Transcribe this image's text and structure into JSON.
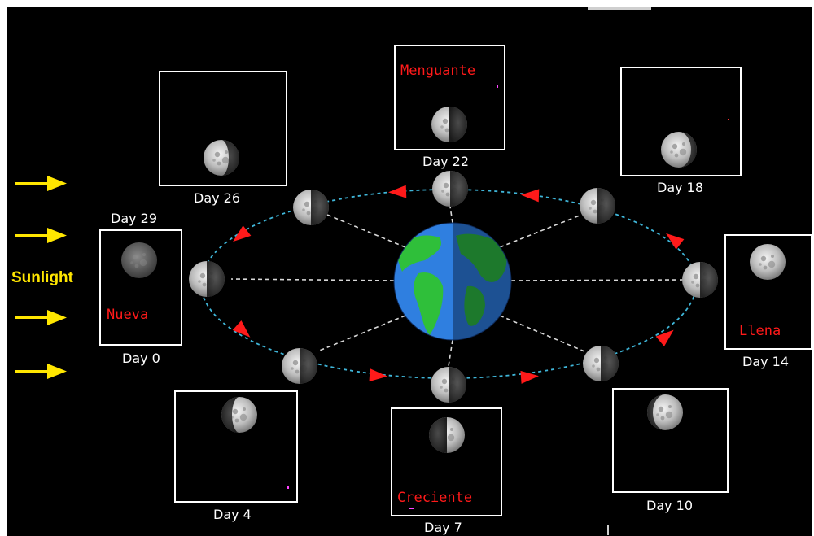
{
  "sunlight": {
    "label": "Sunlight"
  },
  "phase_names": {
    "new": "Nueva",
    "first_quarter": "Creciente",
    "full": "Llena",
    "last_quarter": "Menguante"
  },
  "day_labels": {
    "day0": "Day 0",
    "day4": "Day 4",
    "day7": "Day 7",
    "day10": "Day 10",
    "day14": "Day 14",
    "day18": "Day 18",
    "day22": "Day 22",
    "day26": "Day 26",
    "day29": "Day 29"
  },
  "colors": {
    "background": "#000000",
    "frame": "#ffffff",
    "sunlight": "#ffe600",
    "phase_name": "#ff1a1a",
    "orbit": "#3fb6d9",
    "orbit_arrow": "#ff1a1a",
    "spoke": "#d8d8d8",
    "ocean": "#2f7fe0",
    "land": "#2fbf3a"
  },
  "icons": {
    "sun_arrow": "yellow-right-arrow",
    "moon": "moon-phase-icon",
    "earth": "earth-globe-icon"
  }
}
